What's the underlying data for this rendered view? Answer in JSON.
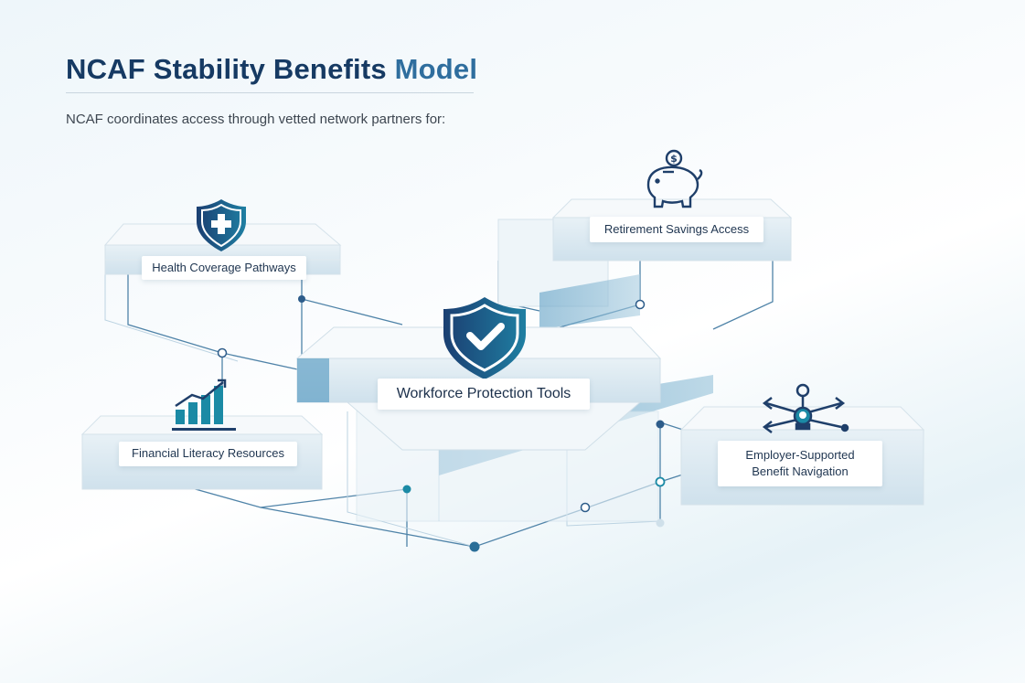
{
  "header": {
    "title_main": "NCAF Stability Benefits",
    "title_accent": "Model",
    "subtitle": "NCAF coordinates access through vetted network partners for:"
  },
  "nodes": {
    "health": {
      "label": "Health Coverage Pathways",
      "icon": "shield-plus-icon"
    },
    "retirement": {
      "label": "Retirement Savings Access",
      "icon": "piggy-bank-icon"
    },
    "center": {
      "label": "Workforce Protection Tools",
      "icon": "shield-check-icon"
    },
    "financial": {
      "label": "Financial Literacy Resources",
      "icon": "bar-chart-icon"
    },
    "employer": {
      "label": "Employer-Supported Benefit Navigation",
      "icon": "network-hub-icon"
    }
  },
  "colors": {
    "navy": "#163a63",
    "teal": "#1b8aa5",
    "line": "#4a7ea3"
  }
}
